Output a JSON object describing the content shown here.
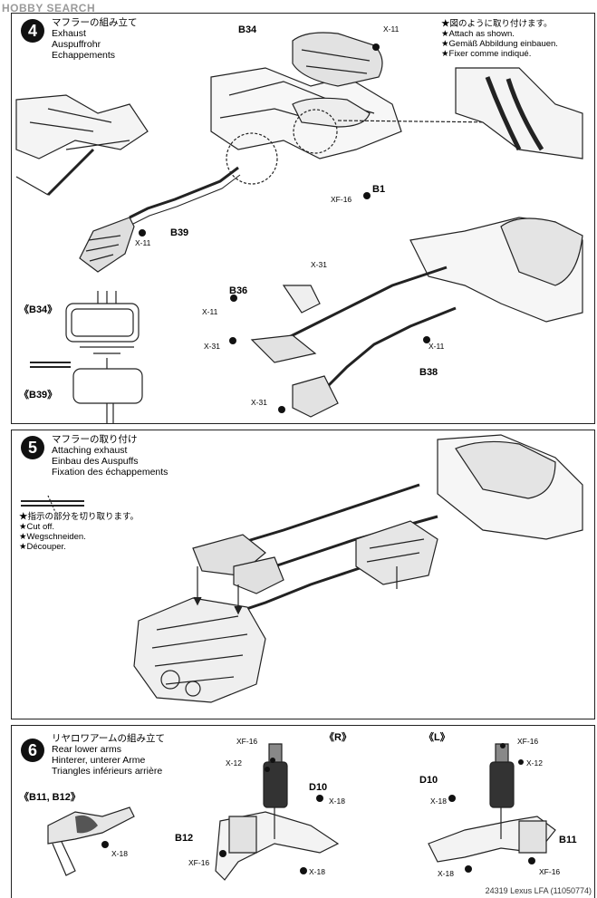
{
  "watermark": "HOBBY SEARCH",
  "step4": {
    "number": "4",
    "title_jp": "マフラーの組み立て",
    "title_en": "Exhaust",
    "title_de": "Auspuffrohr",
    "title_fr": "Echappements",
    "note": [
      "★図のように取り付けます。",
      "★Attach as shown.",
      "★Gemäß Abbildung einbauen.",
      "★Fixer comme indiqué."
    ],
    "labels": {
      "b34": "B34",
      "x11a": "X-11",
      "b1": "B1",
      "xf16": "XF-16",
      "b39": "B39",
      "x11b": "X-11",
      "b34ref": "《B34》",
      "b39ref": "《B39》",
      "x31a": "X-31",
      "b36": "B36",
      "x11c": "X-11",
      "x31b": "X-31",
      "x11d": "X-11",
      "b38": "B38",
      "x31c": "X-31"
    }
  },
  "step5": {
    "number": "5",
    "title_jp": "マフラーの取り付け",
    "title_en": "Attaching exhaust",
    "title_de": "Einbau des Auspuffs",
    "title_fr": "Fixation des échappements",
    "note": [
      "★指示の部分を切り取ります。",
      "★Cut off.",
      "★Wegschneiden.",
      "★Découper."
    ]
  },
  "step6": {
    "number": "6",
    "title_jp": "リヤロワアームの組み立て",
    "title_en": "Rear lower arms",
    "title_de": "Hinterer, unterer Arme",
    "title_fr": "Triangles inférieurs arrière",
    "labels": {
      "b11b12": "《B11, B12》",
      "x18a": "X-18",
      "r": "《R》",
      "l": "《L》",
      "xf16a": "XF-16",
      "x12a": "X-12",
      "d10a": "D10",
      "x18b": "X-18",
      "b12": "B12",
      "xf16b": "XF-16",
      "x18c": "X-18",
      "xf16c": "XF-16",
      "x12b": "X-12",
      "d10b": "D10",
      "x18d": "X-18",
      "b11": "B11",
      "x18e": "X-18",
      "xf16d": "XF-16"
    }
  },
  "footer": "24319 Lexus LFA (11050774)"
}
